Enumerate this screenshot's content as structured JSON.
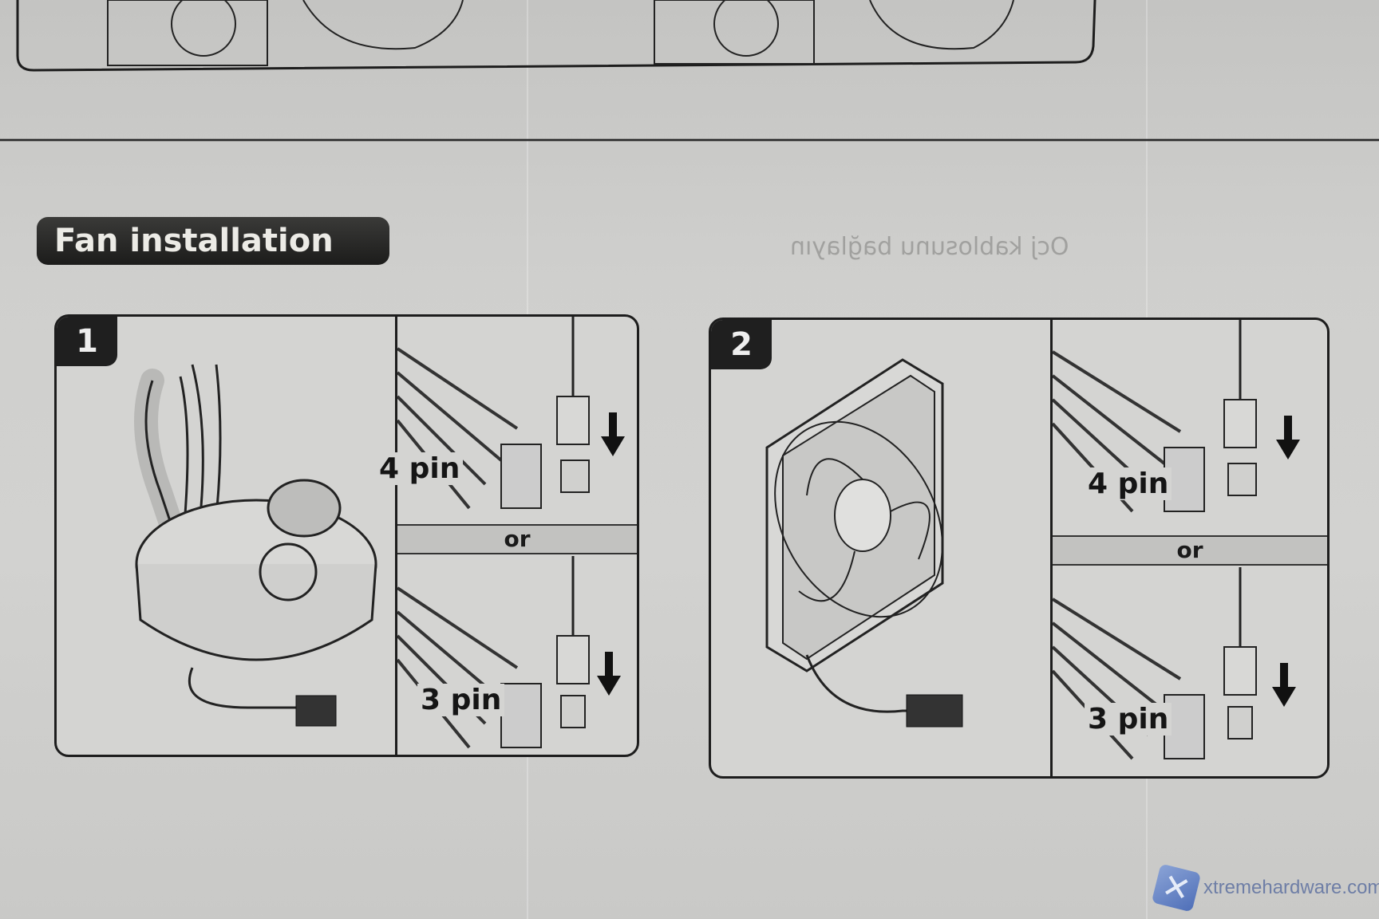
{
  "section": {
    "title": "Fan installation"
  },
  "steps": [
    {
      "number": "1",
      "option_a": "4 pin",
      "separator": "or",
      "option_b": "3 pin"
    },
    {
      "number": "2",
      "option_a": "4 pin",
      "separator": "or",
      "option_b": "3 pin"
    }
  ],
  "bleed_through": {
    "line1": "Ocj kablosunu bağlayın"
  },
  "watermark": {
    "text": "xtremehardware.com"
  }
}
